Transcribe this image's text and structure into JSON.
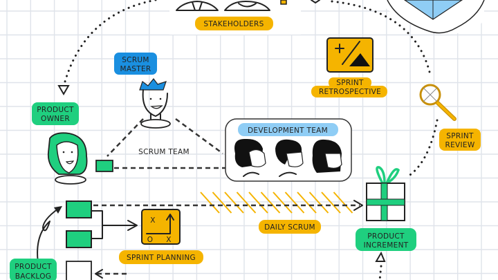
{
  "labels": {
    "stakeholders": "STAKEHOLDERS",
    "scrum_master": [
      "SCRUM",
      "MASTER"
    ],
    "product_owner": [
      "PRODUCT",
      "OWNER"
    ],
    "scrum_team": "SCRUM TEAM",
    "development_team": "DEVELOPMENT TEAM",
    "sprint_retrospective": [
      "SPRINT",
      "RETROSPECTIVE"
    ],
    "sprint_review": [
      "SPRINT",
      "REVIEW"
    ],
    "daily_scrum": "DAILY SCRUM",
    "sprint_planning": "SPRINT PLANNING",
    "product_increment": [
      "PRODUCT",
      "INCREMENT"
    ],
    "product_backlog": [
      "PRODUCT",
      "BACKLOG"
    ]
  },
  "planning_board": {
    "marks": [
      "X",
      "O",
      "X"
    ]
  },
  "colors": {
    "yellow": "#f5b400",
    "green": "#1fcf7f",
    "blue": "#1a8fe0",
    "light_blue": "#8fcdf5",
    "grid": "#dfe3ea",
    "ink": "#222222"
  }
}
